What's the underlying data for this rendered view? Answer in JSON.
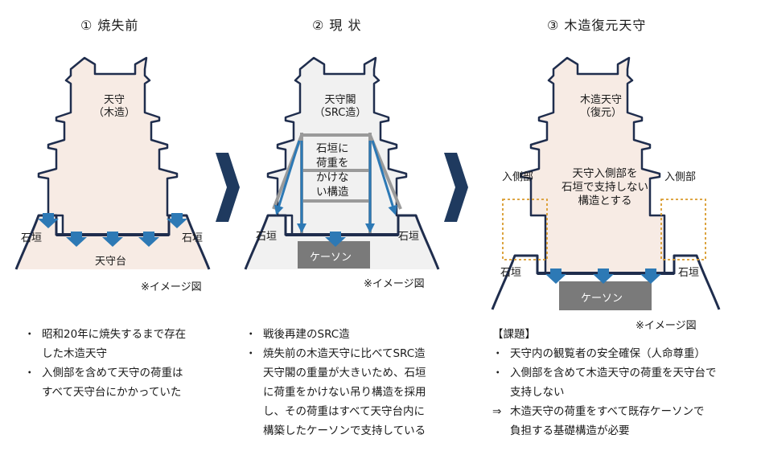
{
  "panels": [
    {
      "title": "① 焼失前",
      "inner_label": [
        "天守",
        "（木造）"
      ],
      "side_left": "石垣",
      "side_right": "石垣",
      "base_label": "天守台",
      "note": "※イメージ図",
      "bullets": [
        {
          "mark": "・",
          "lines": [
            "昭和20年に焼失するまで存在",
            "した木造天守"
          ]
        },
        {
          "mark": "・",
          "lines": [
            "入側部を含めて天守の荷重は",
            "すべて天守台にかかっていた"
          ]
        }
      ]
    },
    {
      "title": "② 現 状",
      "inner_label": [
        "天守閣",
        "（SRC造）"
      ],
      "frame_label": [
        "石垣に",
        "荷重を",
        "かけな",
        "い構造"
      ],
      "side_left": "石垣",
      "side_right": "石垣",
      "caisson": "ケーソン",
      "note": "※イメージ図",
      "bullets": [
        {
          "mark": "・",
          "lines": [
            "戦後再建のSRC造"
          ]
        },
        {
          "mark": "・",
          "lines": [
            "焼失前の木造天守に比べてSRC造",
            "天守閣の重量が大きいため、石垣",
            "に荷重をかけない吊り構造を採用",
            "し、その荷重はすべて天守台内に",
            "構築したケーソンで支持している"
          ]
        }
      ]
    },
    {
      "title": "③ 木造復元天守",
      "inner_label": [
        "木造天守",
        "（復元）"
      ],
      "center_label": [
        "天守入側部を",
        "石垣で支持しない",
        "構造とする"
      ],
      "iriya_left": "入側部",
      "iriya_right": "入側部",
      "side_left": "石垣",
      "side_right": "石垣",
      "caisson": "ケーソン",
      "note": "※イメージ図",
      "heading": "【課題】",
      "bullets": [
        {
          "mark": "・",
          "lines": [
            "天守内の観覧者の安全確保（人命尊重）"
          ]
        },
        {
          "mark": "・",
          "lines": [
            "入側部を含めて木造天守の荷重を天守台で",
            "支持しない"
          ]
        },
        {
          "mark": "⇒",
          "lines": [
            "木造天守の荷重をすべて既存ケーソンで",
            "負担する基礎構造が必要"
          ]
        }
      ]
    }
  ],
  "colors": {
    "building_fill": "#f7ebe4",
    "current_fill": "#f1f1f1",
    "outline": "#1f2d4d",
    "arrow": "#2d79b5",
    "frame": "#9a9a9a",
    "caisson": "#7a7a7a",
    "iriya_box": "#d99a2b",
    "chevron": "#1f3a5f"
  }
}
